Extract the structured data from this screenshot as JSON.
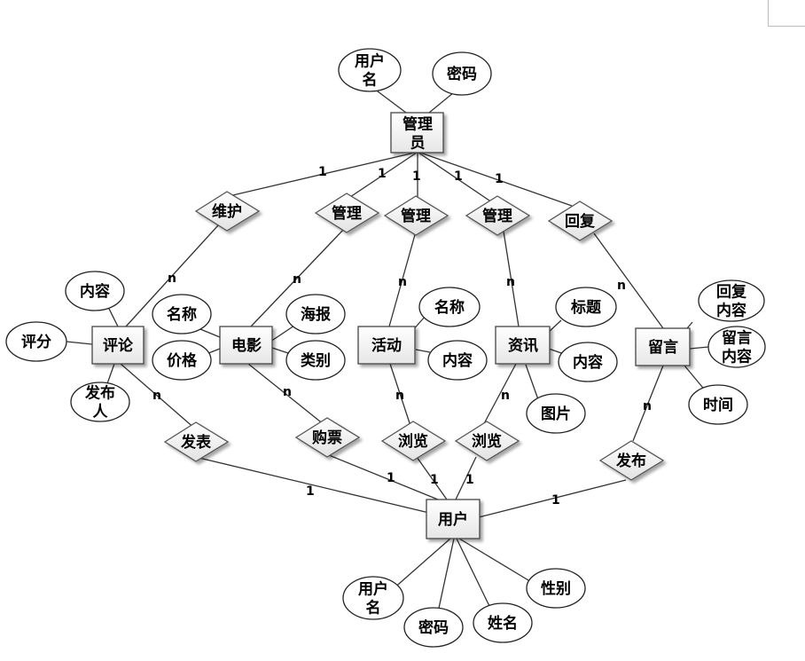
{
  "entities": {
    "admin": "管理员",
    "review": "评论",
    "movie": "电影",
    "activity": "活动",
    "news": "资讯",
    "message": "留言",
    "user": "用户"
  },
  "relationships": {
    "maintain": "维护",
    "manage_movie": "管理",
    "manage_activity": "管理",
    "manage_news": "管理",
    "reply": "回复",
    "publish_review": "发表",
    "buy_ticket": "购票",
    "browse_activity": "浏览",
    "browse_news": "浏览",
    "publish_message": "发布"
  },
  "attributes": {
    "admin_username": "用户名",
    "admin_password": "密码",
    "review_content": "内容",
    "review_score": "评分",
    "review_publisher": "发布人",
    "movie_name": "名称",
    "movie_price": "价格",
    "movie_poster": "海报",
    "movie_category": "类别",
    "activity_name": "名称",
    "activity_content": "内容",
    "news_title": "标题",
    "news_content": "内容",
    "news_image": "图片",
    "message_reply": "回复内容",
    "message_content": "留言内容",
    "message_time": "时间",
    "user_username": "用户名",
    "user_password": "密码",
    "user_name": "姓名",
    "user_gender": "性别"
  },
  "cardinality": {
    "one": "1",
    "many": "n"
  }
}
